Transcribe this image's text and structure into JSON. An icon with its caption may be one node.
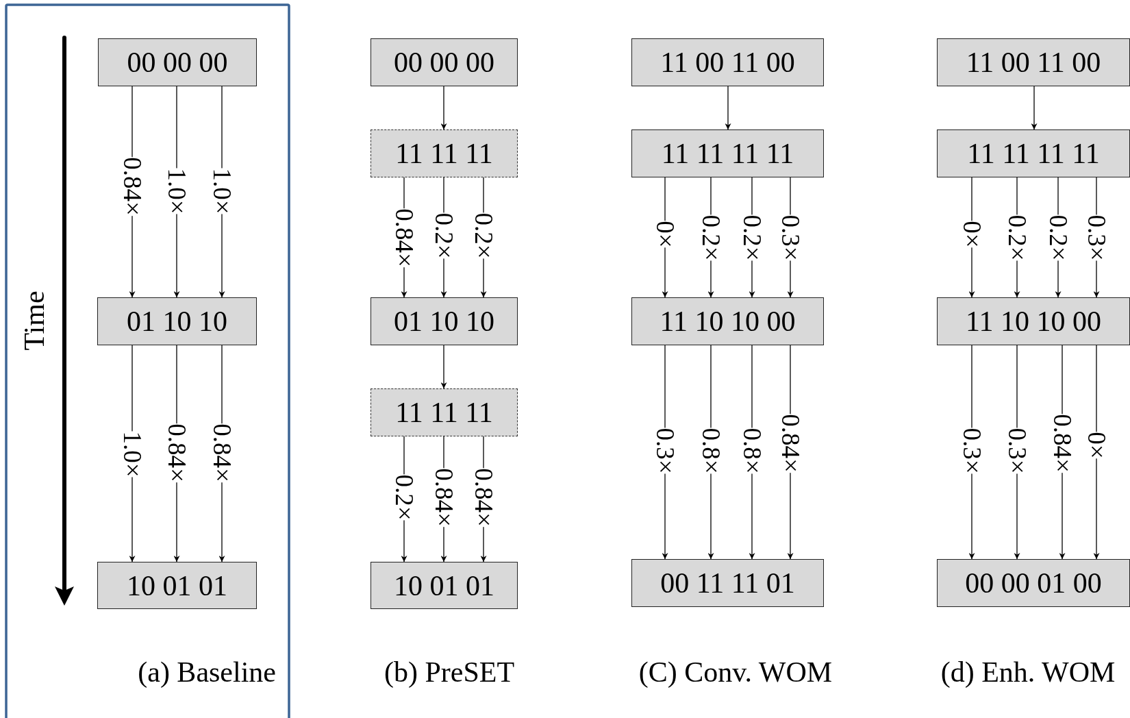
{
  "diagram": {
    "nodes": [
      {
        "text": [
          "00 00 00"
        ]
      },
      {
        "text": [
          "01 10 10"
        ]
      },
      {
        "text": [
          "10 01 01"
        ]
      },
      {
        "text": [
          "00 00 00"
        ]
      },
      {
        "text": [
          "11 11 11"
        ]
      },
      {
        "text": [
          "01 10 10"
        ]
      },
      {
        "text": [
          "11 11 11"
        ]
      },
      {
        "text": [
          "10 01 01"
        ]
      },
      {
        "text": [
          "11 00 11 00"
        ]
      },
      {
        "text": [
          "11 11 11 11"
        ]
      },
      {
        "text": [
          "11 10 10 00"
        ]
      },
      {
        "text": [
          "00 11 11 01"
        ]
      },
      {
        "text": [
          "11 00 11 00"
        ]
      },
      {
        "text": [
          "11 11 11 11"
        ]
      },
      {
        "text": [
          "11 10 10 00"
        ]
      },
      {
        "text": [
          "00 00 01 00"
        ]
      }
    ],
    "edges": [
      {
        "from": 0,
        "to": 1,
        "arrow": "to",
        "label": "0.84×"
      },
      {
        "from": 0,
        "to": 1,
        "arrow": "to",
        "label": "1.0×"
      },
      {
        "from": 0,
        "to": 1,
        "arrow": "to",
        "label": "1.0×"
      },
      {
        "from": 1,
        "to": 2,
        "arrow": "to",
        "label": "1.0×"
      },
      {
        "from": 1,
        "to": 2,
        "arrow": "to",
        "label": "0.84×"
      },
      {
        "from": 1,
        "to": 2,
        "arrow": "to",
        "label": "0.84×"
      },
      {
        "from": 3,
        "to": 4,
        "arrow": "to"
      },
      {
        "from": 4,
        "to": 5,
        "arrow": "to",
        "label": "0.84×"
      },
      {
        "from": 4,
        "to": 5,
        "arrow": "to",
        "label": "0.2×"
      },
      {
        "from": 4,
        "to": 5,
        "arrow": "to",
        "label": "0.2×"
      },
      {
        "from": 5,
        "to": 6,
        "arrow": "to"
      },
      {
        "from": 6,
        "to": 7,
        "arrow": "to",
        "label": "0.2×"
      },
      {
        "from": 6,
        "to": 7,
        "arrow": "to",
        "label": "0.84×"
      },
      {
        "from": 6,
        "to": 7,
        "arrow": "to",
        "label": "0.84×"
      },
      {
        "from": 8,
        "to": 9,
        "arrow": "to"
      },
      {
        "from": 9,
        "to": 10,
        "arrow": "to",
        "label": "0×"
      },
      {
        "from": 9,
        "to": 10,
        "arrow": "to",
        "label": "0.2×"
      },
      {
        "from": 9,
        "to": 10,
        "arrow": "to",
        "label": "0.2×"
      },
      {
        "from": 9,
        "to": 10,
        "arrow": "to",
        "label": "0.3×"
      },
      {
        "from": 10,
        "to": 11,
        "arrow": "to",
        "label": "0.3×"
      },
      {
        "from": 10,
        "to": 11,
        "arrow": "to",
        "label": "0.8×"
      },
      {
        "from": 10,
        "to": 11,
        "arrow": "to",
        "label": "0.8×"
      },
      {
        "from": 10,
        "to": 11,
        "arrow": "to",
        "label": "0.84×"
      },
      {
        "from": 12,
        "to": 13,
        "arrow": "to"
      },
      {
        "from": 13,
        "to": 14,
        "arrow": "to",
        "label": "0×"
      },
      {
        "from": 13,
        "to": 14,
        "arrow": "to",
        "label": "0.2×"
      },
      {
        "from": 13,
        "to": 14,
        "arrow": "to",
        "label": "0.2×"
      },
      {
        "from": 13,
        "to": 14,
        "arrow": "to",
        "label": "0.3×"
      },
      {
        "from": 14,
        "to": 15,
        "arrow": "to",
        "label": "0.3×"
      },
      {
        "from": 14,
        "to": 15,
        "arrow": "to",
        "label": "0.3×"
      },
      {
        "from": 14,
        "to": 15,
        "arrow": "to",
        "label": "0.84×"
      },
      {
        "from": 14,
        "to": 15,
        "arrow": "to",
        "label": "0×"
      }
    ],
    "labels": [
      "Time",
      "(a) Baseline",
      "(b) PreSET",
      "(C) Conv. WOM",
      "(d) Enh. WOM"
    ]
  }
}
